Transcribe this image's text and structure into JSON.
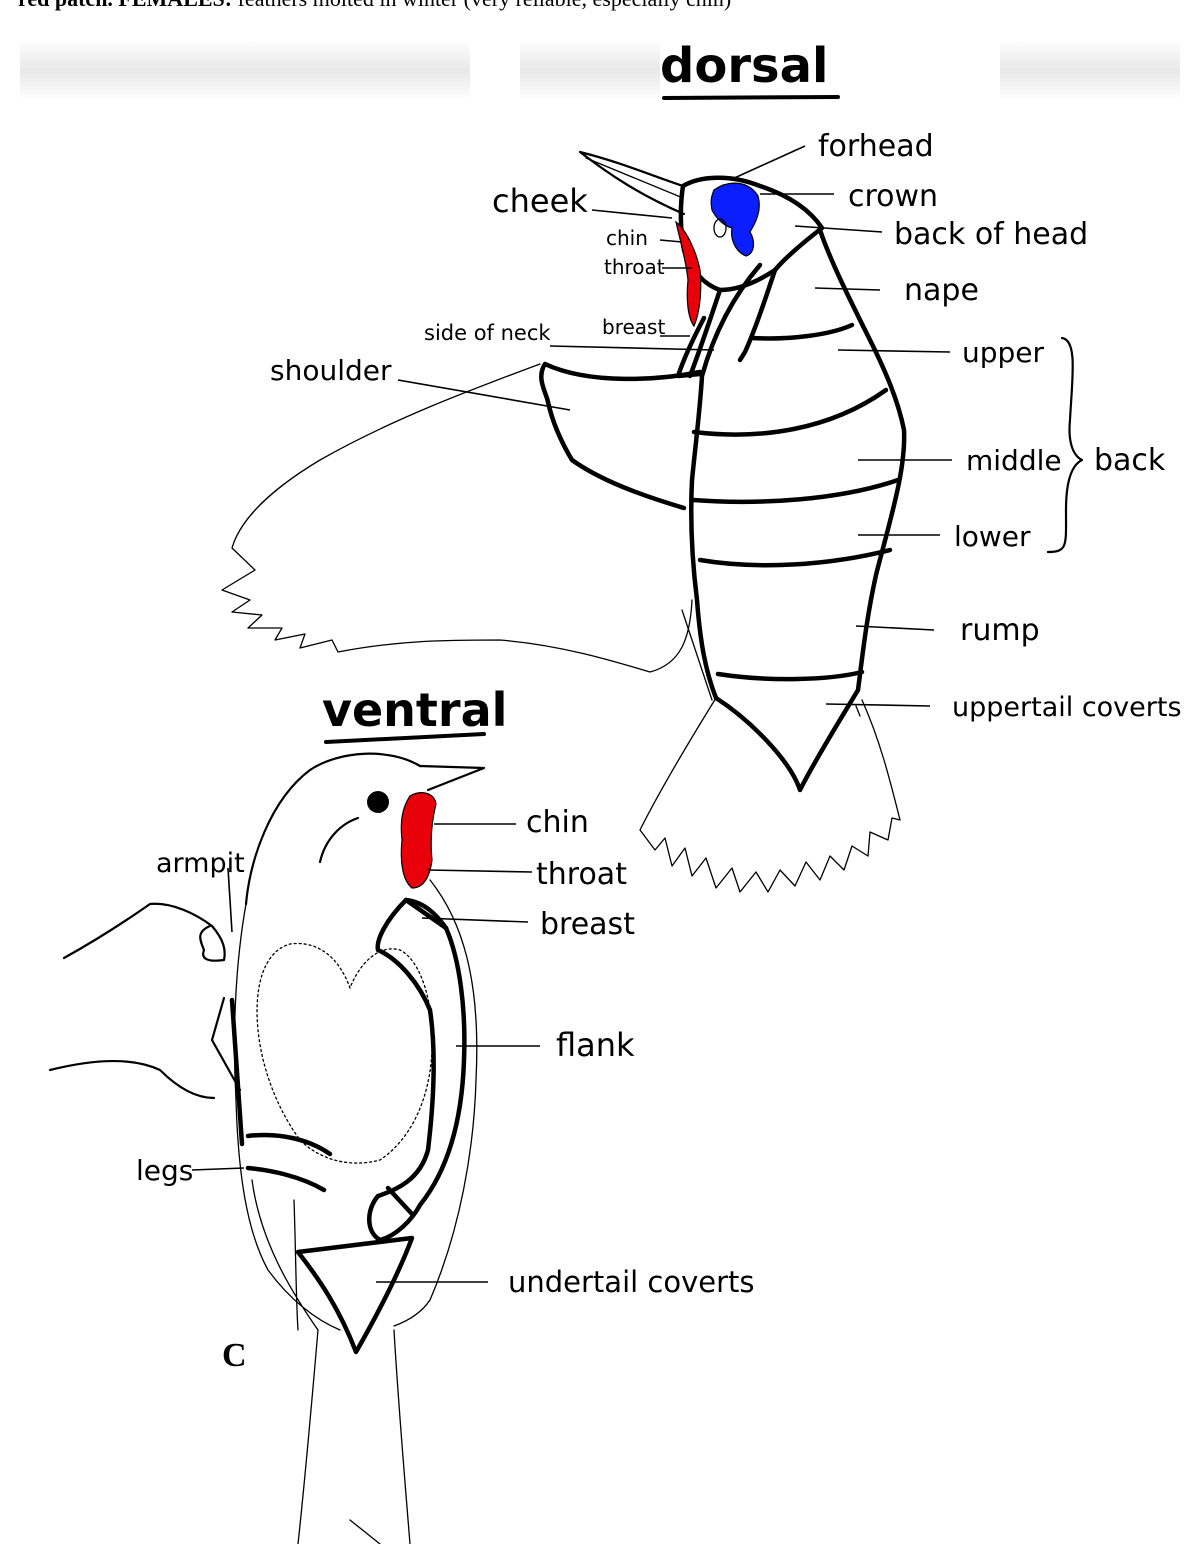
{
  "header_text": {
    "bold": "red patch. FEMALES:",
    "rest": " feathers molted in winter (very reliable, especially chin)"
  },
  "dorsal": {
    "title": "dorsal",
    "labels": {
      "forehead": "forhead",
      "crown": "crown",
      "back_of_head": "back of head",
      "nape": "nape",
      "cheek": "cheek",
      "chin": "chin",
      "throat": "throat",
      "breast": "breast",
      "side_of_neck": "side of neck",
      "shoulder": "shoulder",
      "upper": "upper",
      "middle": "middle",
      "lower": "lower",
      "back": "back",
      "rump": "rump",
      "uppertail_coverts": "uppertail coverts"
    }
  },
  "ventral": {
    "title": "ventral",
    "labels": {
      "chin": "chin",
      "throat": "throat",
      "breast": "breast",
      "armpit": "armpit",
      "flank": "flank",
      "legs": "legs",
      "undertail_coverts": "undertail coverts"
    }
  },
  "panel_letter": "C",
  "colors": {
    "ink": "#000000",
    "red_patch": "#e8000b",
    "blue_patch": "#0a1eff",
    "paper": "#ffffff"
  }
}
